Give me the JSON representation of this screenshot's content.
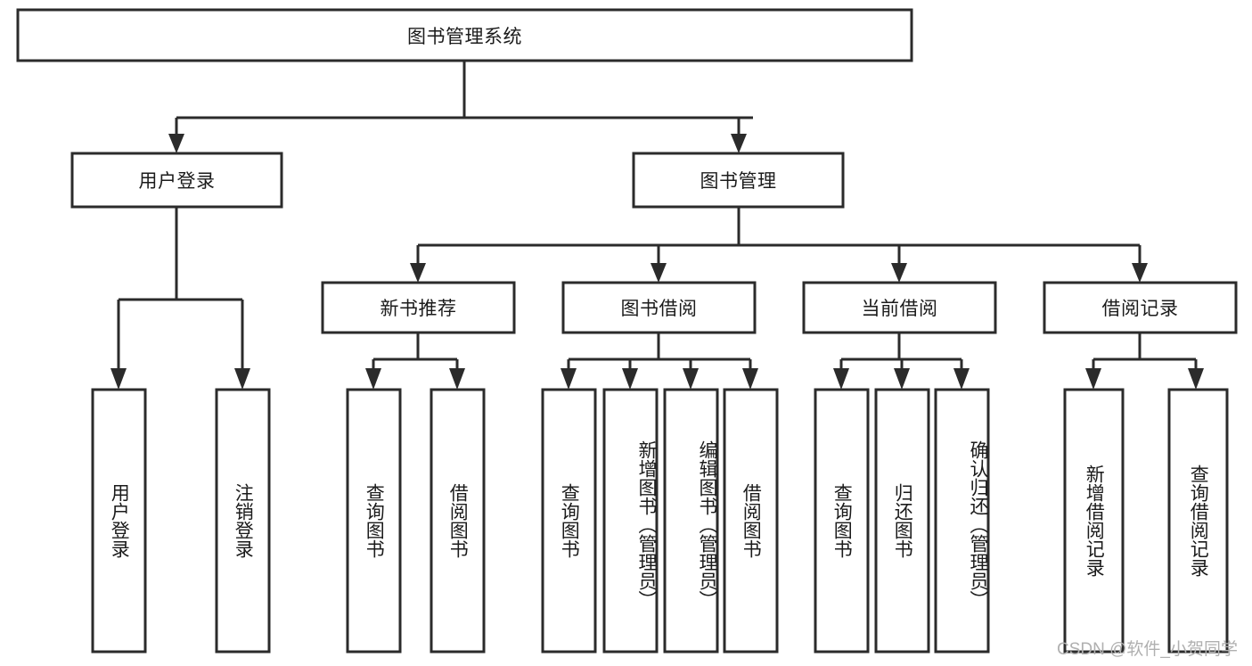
{
  "diagram": {
    "type": "tree-hierarchy-chart",
    "title": "图书管理系统",
    "orientation": "top-down",
    "colors": {
      "box_stroke": "#2b2b2b",
      "box_fill": "#ffffff",
      "link": "#2b2b2b",
      "text": "#1b1b1b",
      "background": "#ffffff",
      "watermark": "#b0b0b0"
    },
    "levels": {
      "root": {
        "label": "图书管理系统"
      },
      "level2": [
        {
          "id": "user-login",
          "label": "用户登录"
        },
        {
          "id": "book-management",
          "label": "图书管理"
        }
      ],
      "level3": [
        {
          "id": "new-book-recommend",
          "label": "新书推荐",
          "parent": "book-management"
        },
        {
          "id": "book-borrow",
          "label": "图书借阅",
          "parent": "book-management"
        },
        {
          "id": "current-borrow",
          "label": "当前借阅",
          "parent": "book-management"
        },
        {
          "id": "borrow-record",
          "label": "借阅记录",
          "parent": "book-management"
        }
      ],
      "leaves": [
        {
          "id": "leaf-user-login",
          "label": "用户登录",
          "parent": "user-login"
        },
        {
          "id": "leaf-logout-login",
          "label": "注销登录",
          "parent": "user-login"
        },
        {
          "id": "leaf-query-book-1",
          "label": "查询图书",
          "parent": "new-book-recommend"
        },
        {
          "id": "leaf-borrow-book-1",
          "label": "借阅图书",
          "parent": "new-book-recommend"
        },
        {
          "id": "leaf-query-book-2",
          "label": "查询图书",
          "parent": "book-borrow"
        },
        {
          "id": "leaf-add-book",
          "label": "新增图书（管理员）",
          "parent": "book-borrow"
        },
        {
          "id": "leaf-edit-book",
          "label": "编辑图书（管理员）",
          "parent": "book-borrow"
        },
        {
          "id": "leaf-borrow-book-2",
          "label": "借阅图书",
          "parent": "book-borrow"
        },
        {
          "id": "leaf-query-book-3",
          "label": "查询图书",
          "parent": "current-borrow"
        },
        {
          "id": "leaf-return-book",
          "label": "归还图书",
          "parent": "current-borrow"
        },
        {
          "id": "leaf-confirm-return",
          "label": "确认归还（管理员）",
          "parent": "current-borrow"
        },
        {
          "id": "leaf-add-record",
          "label": "新增借阅记录",
          "parent": "borrow-record"
        },
        {
          "id": "leaf-query-record",
          "label": "查询借阅记录",
          "parent": "borrow-record"
        }
      ]
    },
    "watermark": "CSDN @软件_小贺同学"
  }
}
